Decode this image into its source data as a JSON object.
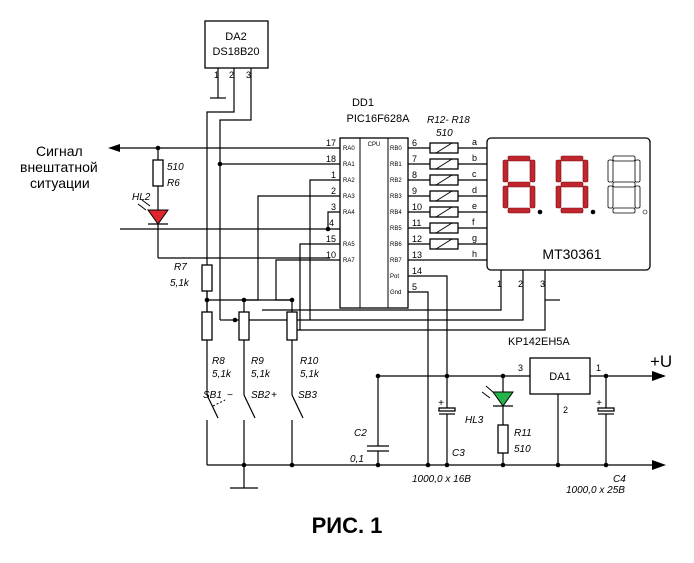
{
  "figure_caption": "РИС. 1",
  "da2": {
    "name": "DA2",
    "part": "DS18B20",
    "pins": [
      "1",
      "2",
      "3"
    ]
  },
  "dd1": {
    "ref": "DD1",
    "part": "PIC16F628A",
    "cpu": "CPU",
    "left_pins": [
      {
        "num": "17",
        "name": "RA0"
      },
      {
        "num": "18",
        "name": "RA1"
      },
      {
        "num": "1",
        "name": "RA2"
      },
      {
        "num": "2",
        "name": "RA3"
      },
      {
        "num": "3",
        "name": "RA4"
      },
      {
        "num": "15",
        "name": "RA5"
      },
      {
        "num": "10",
        "name": "RA7"
      }
    ],
    "right_pins": [
      {
        "num": "6",
        "name": "RB0"
      },
      {
        "num": "7",
        "name": "RB1"
      },
      {
        "num": "8",
        "name": "RB2"
      },
      {
        "num": "9",
        "name": "RB3"
      },
      {
        "num": "10",
        "name": "RB4"
      },
      {
        "num": "11",
        "name": "RB5"
      },
      {
        "num": "12",
        "name": "RB6"
      },
      {
        "num": "13",
        "name": "RB7"
      },
      {
        "num": "14",
        "name": "Pot"
      },
      {
        "num": "5",
        "name": "Gnd"
      }
    ],
    "extra_pin": "4"
  },
  "resistor_array": {
    "ref": "R12- R18",
    "value": "510"
  },
  "display": {
    "part": "MT30361",
    "segment_labels": [
      "a",
      "b",
      "c",
      "d",
      "e",
      "f",
      "g",
      "h"
    ],
    "common_pins": [
      "1",
      "2",
      "3"
    ]
  },
  "signal_label": [
    "Сигнал",
    "внештатной",
    "ситуации"
  ],
  "r6": {
    "value": "510",
    "ref": "R6"
  },
  "hl2": "HL2",
  "r7": {
    "ref": "R7",
    "value": "5,1k"
  },
  "r8": {
    "ref": "R8",
    "value": "5,1k"
  },
  "r9": {
    "ref": "R9",
    "value": "5,1k"
  },
  "r10": {
    "ref": "R10",
    "value": "5,1k"
  },
  "sb1": "SB1",
  "sb2": "SB2",
  "sb3": "SB3",
  "sb1_sign": "−",
  "sb2_sign": "+",
  "c2": {
    "ref": "C2",
    "value": "0,1"
  },
  "c3": {
    "ref": "C3",
    "value": "1000,0 x 16B"
  },
  "c4": {
    "ref": "C4",
    "value": "1000,0 x 25B"
  },
  "hl3": "HL3",
  "r11": {
    "ref": "R11",
    "value": "510"
  },
  "da1": {
    "name": "DA1",
    "part": "KP142EH5A",
    "pins": [
      "3",
      "1",
      "2"
    ]
  },
  "supply_label": "+U",
  "colors": {
    "led_red": "#e0262d",
    "led_green": "#26b34a",
    "segment_red": "#c0262d"
  }
}
